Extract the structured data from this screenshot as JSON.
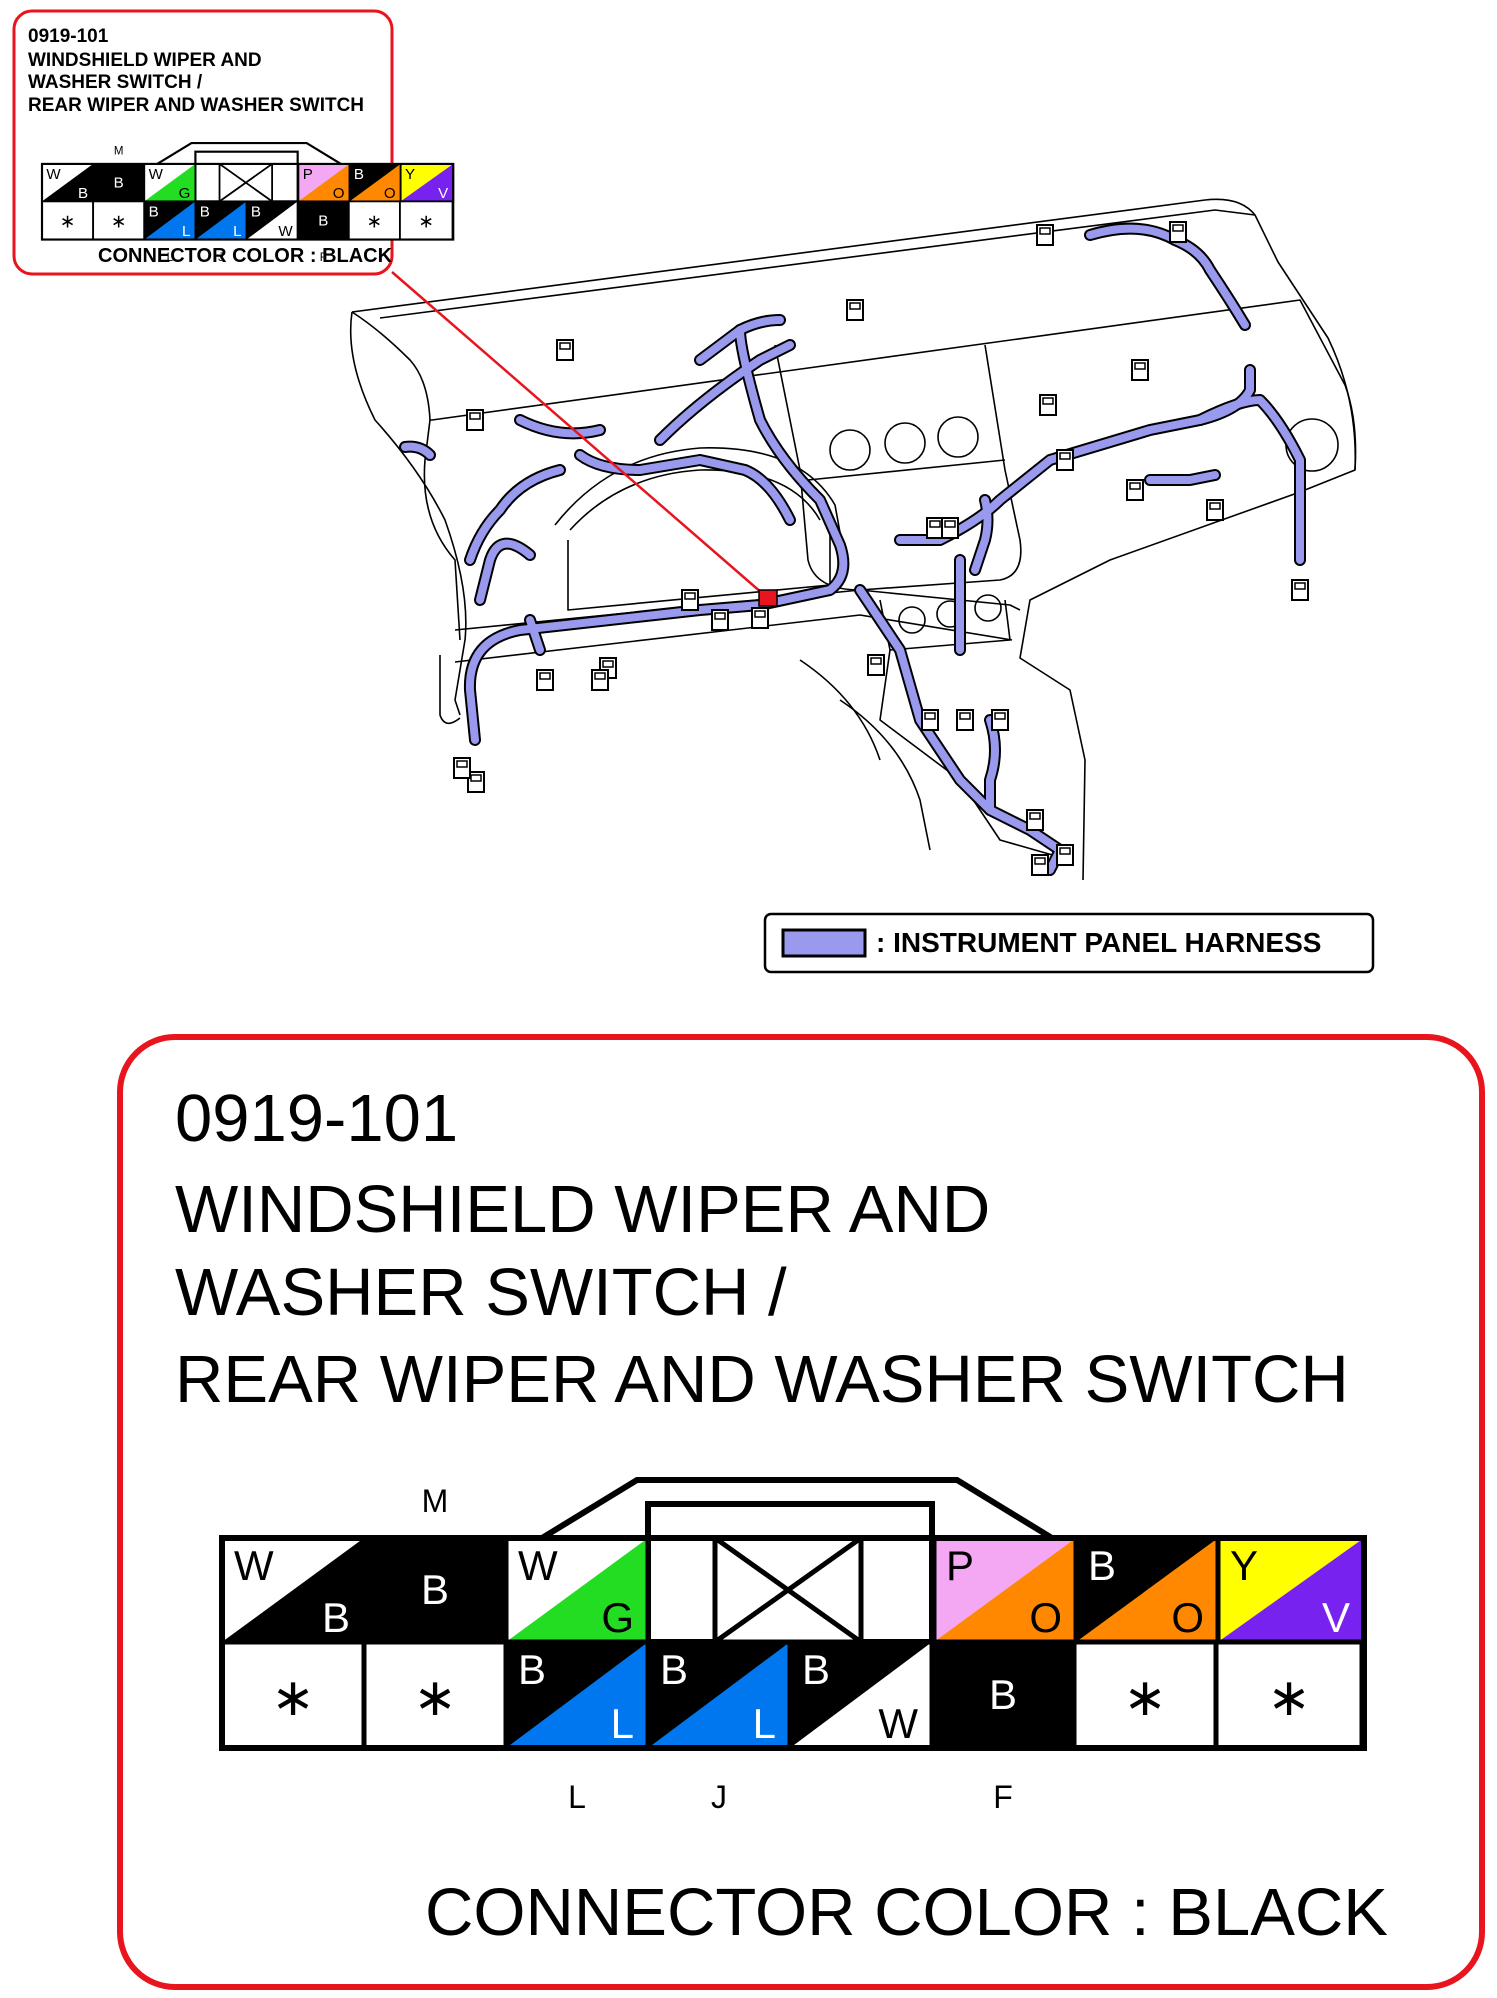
{
  "header_label": {
    "code": "0919-101",
    "title_lines": [
      "WINDSHIELD WIPER AND",
      "WASHER SWITCH /",
      "REAR WIPER AND WASHER SWITCH"
    ],
    "connector_color": "CONNECTOR COLOR : BLACK"
  },
  "legend": {
    "text": ": INSTRUMENT PANEL HARNESS",
    "swatch_color": "#9999ee"
  },
  "detail": {
    "code": "0919-101",
    "title_lines": [
      "WINDSHIELD WIPER AND",
      "WASHER SWITCH /",
      "REAR WIPER AND WASHER SWITCH"
    ],
    "connector_color": "CONNECTOR COLOR : BLACK"
  },
  "connector": {
    "top_marker": "M",
    "bottom_markers": [
      "L",
      "J",
      "F"
    ],
    "unused_symbol": "∗",
    "top_row": [
      {
        "label": "W",
        "sub": "B",
        "c1": "#ffffff",
        "c2": "#000000"
      },
      {
        "label": "B",
        "sub": "",
        "c1": "#000000",
        "c2": "#000000"
      },
      {
        "label": "W",
        "sub": "G",
        "c1": "#ffffff",
        "c2": "#22dd22"
      },
      {
        "label": "P",
        "sub": "O",
        "c1": "#f4a8f4",
        "c2": "#ff8800"
      },
      {
        "label": "B",
        "sub": "O",
        "c1": "#000000",
        "c2": "#ff8800"
      },
      {
        "label": "Y",
        "sub": "V",
        "c1": "#ffff00",
        "c2": "#7722ee"
      }
    ],
    "bottom_row": [
      {
        "label": "",
        "sub": "",
        "c1": "#ffffff",
        "c2": "#ffffff",
        "unused": true
      },
      {
        "label": "",
        "sub": "",
        "c1": "#ffffff",
        "c2": "#ffffff",
        "unused": true
      },
      {
        "label": "B",
        "sub": "L",
        "c1": "#000000",
        "c2": "#0077ee"
      },
      {
        "label": "B",
        "sub": "L",
        "c1": "#000000",
        "c2": "#0077ee"
      },
      {
        "label": "B",
        "sub": "W",
        "c1": "#000000",
        "c2": "#ffffff"
      },
      {
        "label": "B",
        "sub": "",
        "c1": "#000000",
        "c2": "#000000"
      },
      {
        "label": "",
        "sub": "",
        "c1": "#ffffff",
        "c2": "#ffffff",
        "unused": true
      },
      {
        "label": "",
        "sub": "",
        "c1": "#ffffff",
        "c2": "#ffffff",
        "unused": true
      }
    ]
  },
  "colors": {
    "callout_border": "#e8141e",
    "harness": "#9999ee",
    "pointer": "#e8141e"
  }
}
